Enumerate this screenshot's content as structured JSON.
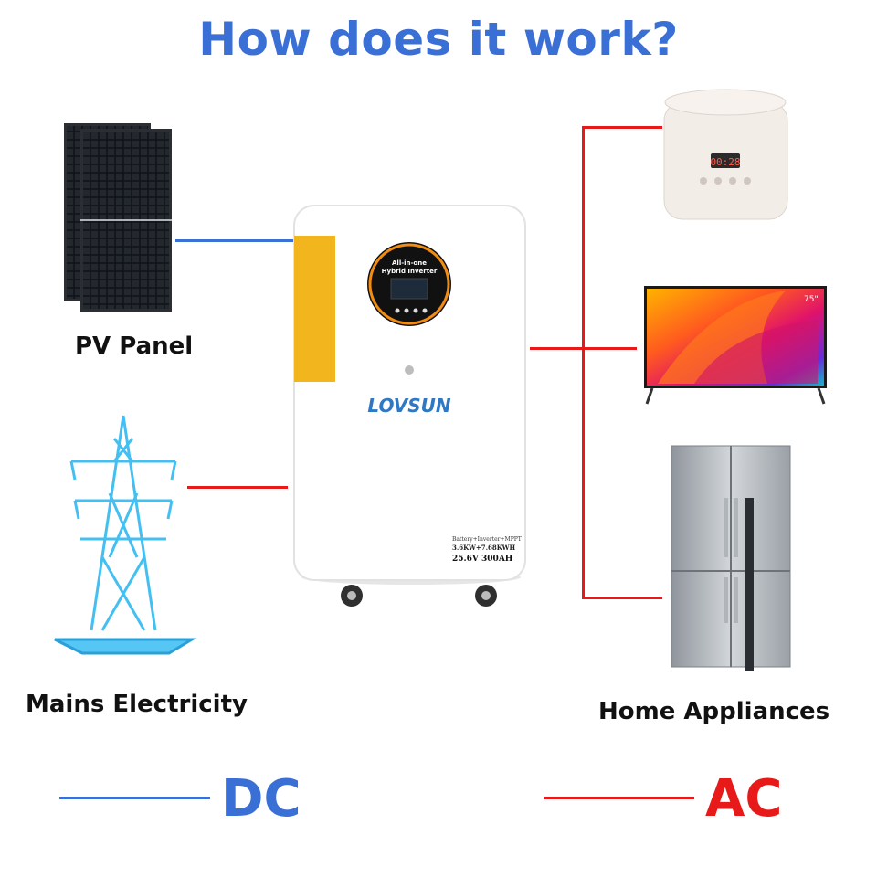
{
  "title": "How does it work?",
  "labels": {
    "pv_panel": "PV Panel",
    "mains": "Mains Electricity",
    "home": "Home Appliances"
  },
  "device": {
    "brand": "LOVSUN",
    "screen_line1": "All-in-one",
    "screen_line2": "Hybrid Inverter",
    "spec_line1": "Battery+Inverter+MPPT",
    "spec_line2": "3.6KW+7.68KWH",
    "spec_line3": "25.6V 300AH"
  },
  "tv_badge": "75\"",
  "cooker_display": "00:28",
  "legend": {
    "dc": "DC",
    "ac": "AC"
  },
  "colors": {
    "dc": "#3a6fd6",
    "ac": "#e81919",
    "accent": "#f2b51e"
  }
}
